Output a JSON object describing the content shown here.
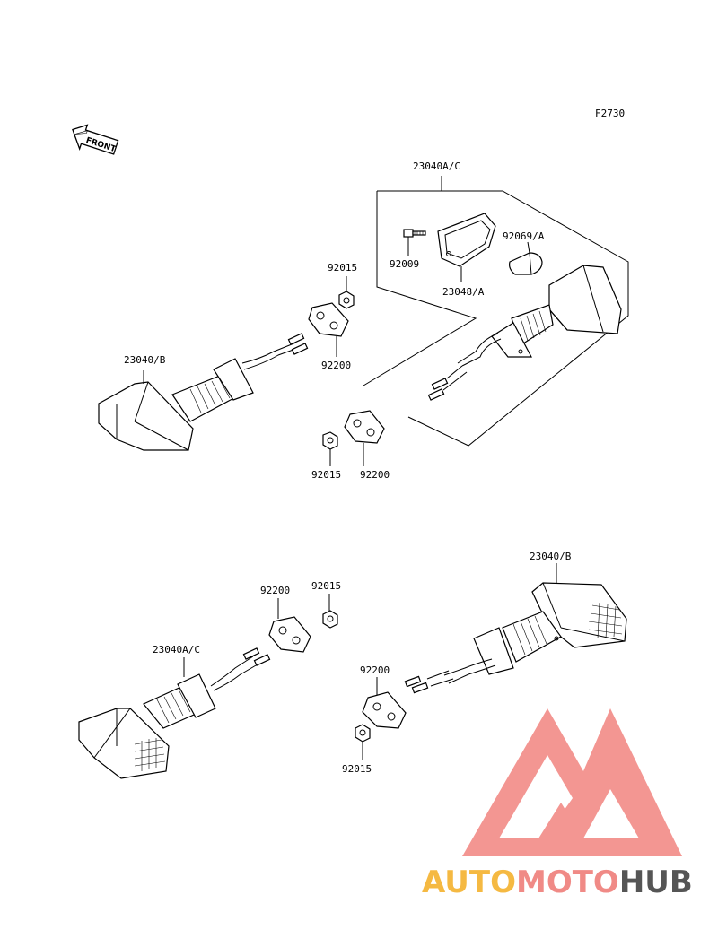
{
  "figure_code": "F2730",
  "front_arrow": {
    "text": "FRONT",
    "icon": "front-direction-arrow-icon"
  },
  "callouts": {
    "top_group_kit": "23040A/C",
    "top_bolt": "92009",
    "top_lens": "23048/A",
    "top_bulb": "92069/A",
    "top_left_nut": "92015",
    "top_left_gasket": "92200",
    "top_left_signal": "23040/B",
    "top_center_nut": "92015",
    "top_center_gasket": "92200",
    "bottom_gasket": "92200",
    "bottom_nut": "92015",
    "bottom_left_signal": "23040A/C",
    "bottom_right_signal": "23040/B",
    "bottom_right_gasket": "92200",
    "bottom_right_nut": "92015"
  },
  "watermark": {
    "text_part1": "AUTO",
    "text_part2": "MOTO",
    "text_part3": "HUB",
    "color_part1": "#f5b942",
    "color_part2": "#f08a86",
    "color_part3": "#555555",
    "logo_color": "#f28b87"
  }
}
